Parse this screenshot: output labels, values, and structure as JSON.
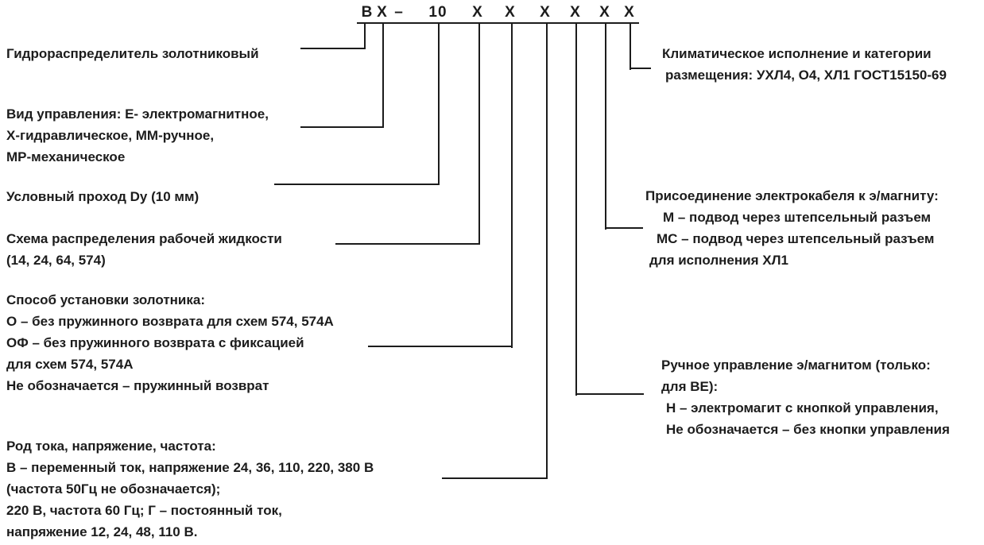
{
  "code": {
    "parts": [
      {
        "label": "В"
      },
      {
        "label": "Х"
      },
      {
        "label": "–"
      },
      {
        "label": "10"
      },
      {
        "label": "Х"
      },
      {
        "label": "Х"
      },
      {
        "label": "Х"
      },
      {
        "label": "Х"
      },
      {
        "label": "Х"
      },
      {
        "label": "Х"
      }
    ]
  },
  "blocks": {
    "hydro": {
      "lines": [
        "Гидрораспределитель золотниковый"
      ]
    },
    "control_type": {
      "lines": [
        "Вид управления: Е- электромагнитное,",
        "Х-гидравлическое, ММ-ручное,",
        "МР-механическое"
      ]
    },
    "nominal_bore": {
      "lines": [
        "Условный проход Dу (10 мм)"
      ]
    },
    "scheme": {
      "lines": [
        "Схема распределения рабочей жидкости",
        "(14, 24, 64, 574)"
      ]
    },
    "spool_mount": {
      "lines": [
        "Способ установки золотника:",
        "О – без пружинного возврата для схем 574, 574А",
        "ОФ – без пружинного возврата с фиксацией",
        "для схем  574, 574А",
        "Не обозначается – пружинный возврат"
      ]
    },
    "current_voltage": {
      "lines": [
        "Род тока, напряжение, частота:",
        "В – переменный ток, напряжение 24, 36, 110, 220, 380 В",
        "(частота 50Гц не обозначается);",
        "220 В, частота 60 Гц; Г – постоянный ток,",
        "напряжение 12, 24, 48, 110 В."
      ]
    },
    "climate": {
      "lines": [
        "Климатическое исполнение и категории",
        "размещения: УХЛ4, О4, ХЛ1 ГОСТ15150-69"
      ]
    },
    "cable_connection": {
      "lines": [
        "Присоединение электрокабеля к э/магниту:",
        "М – подвод через штепсельный разъем",
        "МС – подвод через штепсельный разъем",
        "для исполнения ХЛ1"
      ]
    },
    "manual_override": {
      "lines": [
        "Ручное управление э/магнитом (только:",
        "для ВЕ):",
        "Н – электромагит с кнопкой управления,",
        "Не обозначается – без кнопки управления"
      ]
    }
  }
}
